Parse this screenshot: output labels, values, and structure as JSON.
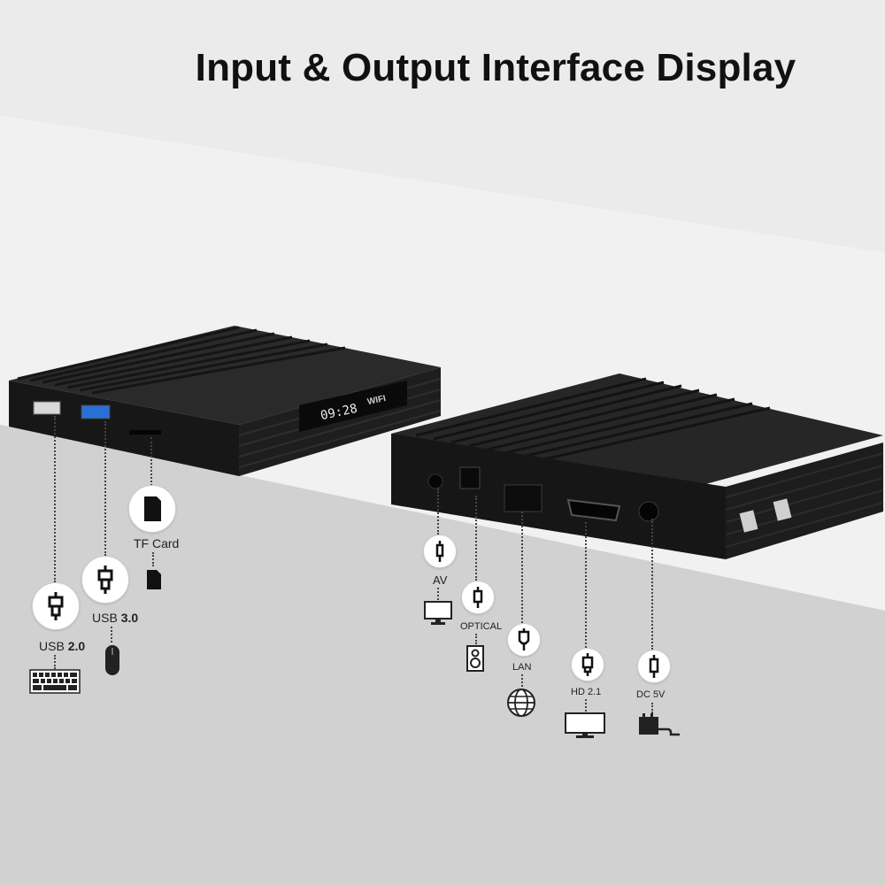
{
  "title": "Input & Output Interface Display",
  "device": {
    "clock": "09:28",
    "wifi": "WIFI"
  },
  "front_ports": {
    "usb2": {
      "name": "USB",
      "version": "2.0",
      "connects": "keyboard-icon"
    },
    "usb3": {
      "name": "USB",
      "version": "3.0",
      "connects": "mouse-icon"
    },
    "tf": {
      "name": "TF Card",
      "connects": "micro-sd-icon"
    }
  },
  "rear_ports": {
    "av": {
      "name": "AV",
      "connects": "monitor-icon"
    },
    "optical": {
      "name": "OPTICAL",
      "connects": "speaker-icon"
    },
    "lan": {
      "name": "LAN",
      "connects": "globe-icon"
    },
    "hd": {
      "name": "HD 2.1",
      "connects": "display-icon"
    },
    "dc": {
      "name": "DC 5V",
      "connects": "power-adapter-icon"
    }
  },
  "colors": {
    "device": "#1b1b1b",
    "background": "#d3d3d3",
    "usb3_port": "#2a6fd6"
  }
}
